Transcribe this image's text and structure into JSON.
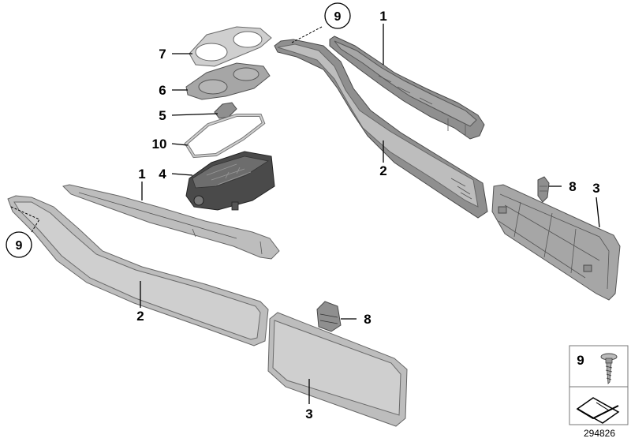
{
  "callouts": {
    "c1_top": "1",
    "c2_top": "2",
    "c3_right": "3",
    "c8_top": "8",
    "c9_top": "9",
    "c7": "7",
    "c6": "6",
    "c5": "5",
    "c10": "10",
    "c4": "4",
    "c1_left": "1",
    "c9_left": "9",
    "c2_left": "2",
    "c8_bottom": "8",
    "c3_bottom": "3"
  },
  "legend": {
    "item_label": "9"
  },
  "reference_number": "294826"
}
